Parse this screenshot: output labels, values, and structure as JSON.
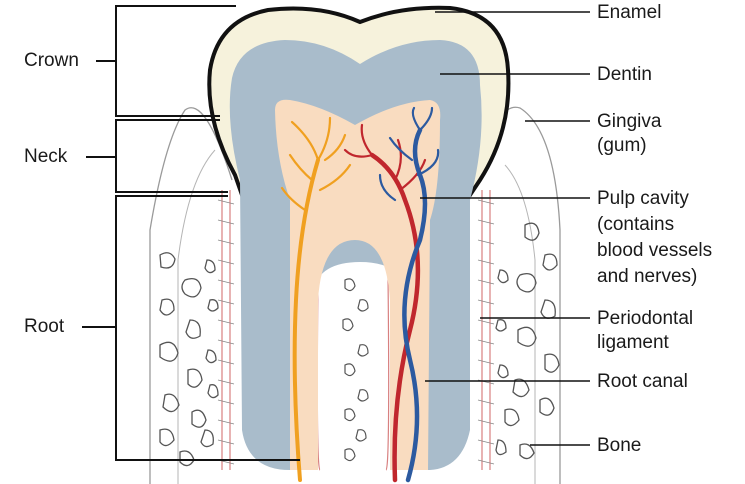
{
  "diagram": {
    "left_labels": {
      "crown": "Crown",
      "neck": "Neck",
      "root": "Root"
    },
    "right_labels": {
      "enamel": "Enamel",
      "dentin": "Dentin",
      "gingiva_1": "Gingiva",
      "gingiva_2": "(gum)",
      "pulp_1": "Pulp cavity",
      "pulp_2": "(contains",
      "pulp_3": "blood vessels",
      "pulp_4": "and nerves)",
      "periodontal_1": "Periodontal",
      "periodontal_2": "ligament",
      "root_canal": "Root canal",
      "bone": "Bone"
    },
    "colors": {
      "enamel": "#f6f2dc",
      "dentin": "#a9bccb",
      "pulp": "#f9dcc0",
      "artery": "#c0272d",
      "vein": "#2c5aa0",
      "nerve": "#f0a020",
      "bone_outline": "#555555",
      "ligament": "#d88080",
      "leader_line": "#111111"
    }
  }
}
